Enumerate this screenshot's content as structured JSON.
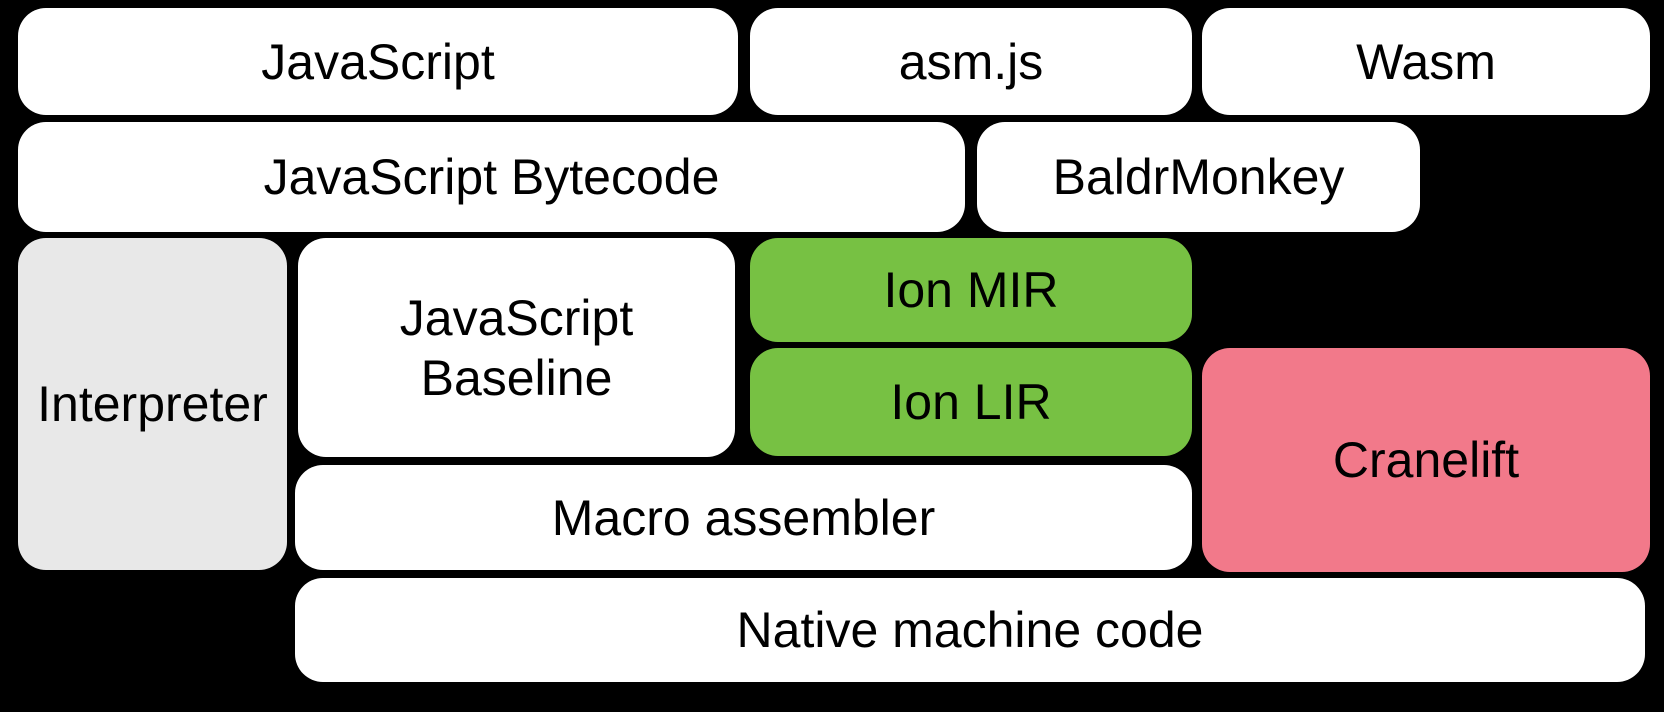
{
  "diagram": {
    "background": "#000000",
    "colors": {
      "white": "#FFFFFF",
      "gray": "#E8E8E8",
      "green": "#77C143",
      "pink": "#F2798A",
      "text": "#000000"
    },
    "boxes": {
      "javascript": {
        "label": "JavaScript"
      },
      "asmjs": {
        "label": "asm.js"
      },
      "wasm": {
        "label": "Wasm"
      },
      "bytecode": {
        "label": "JavaScript Bytecode"
      },
      "baldrmonkey": {
        "label": "BaldrMonkey"
      },
      "interpreter": {
        "label": "Interpreter"
      },
      "baseline": {
        "line1": "JavaScript",
        "line2": "Baseline"
      },
      "ion_mir": {
        "label": "Ion MIR"
      },
      "ion_lir": {
        "label": "Ion LIR"
      },
      "cranelift": {
        "label": "Cranelift"
      },
      "macro_assembler": {
        "label": "Macro assembler"
      },
      "native": {
        "label": "Native machine code"
      }
    }
  }
}
